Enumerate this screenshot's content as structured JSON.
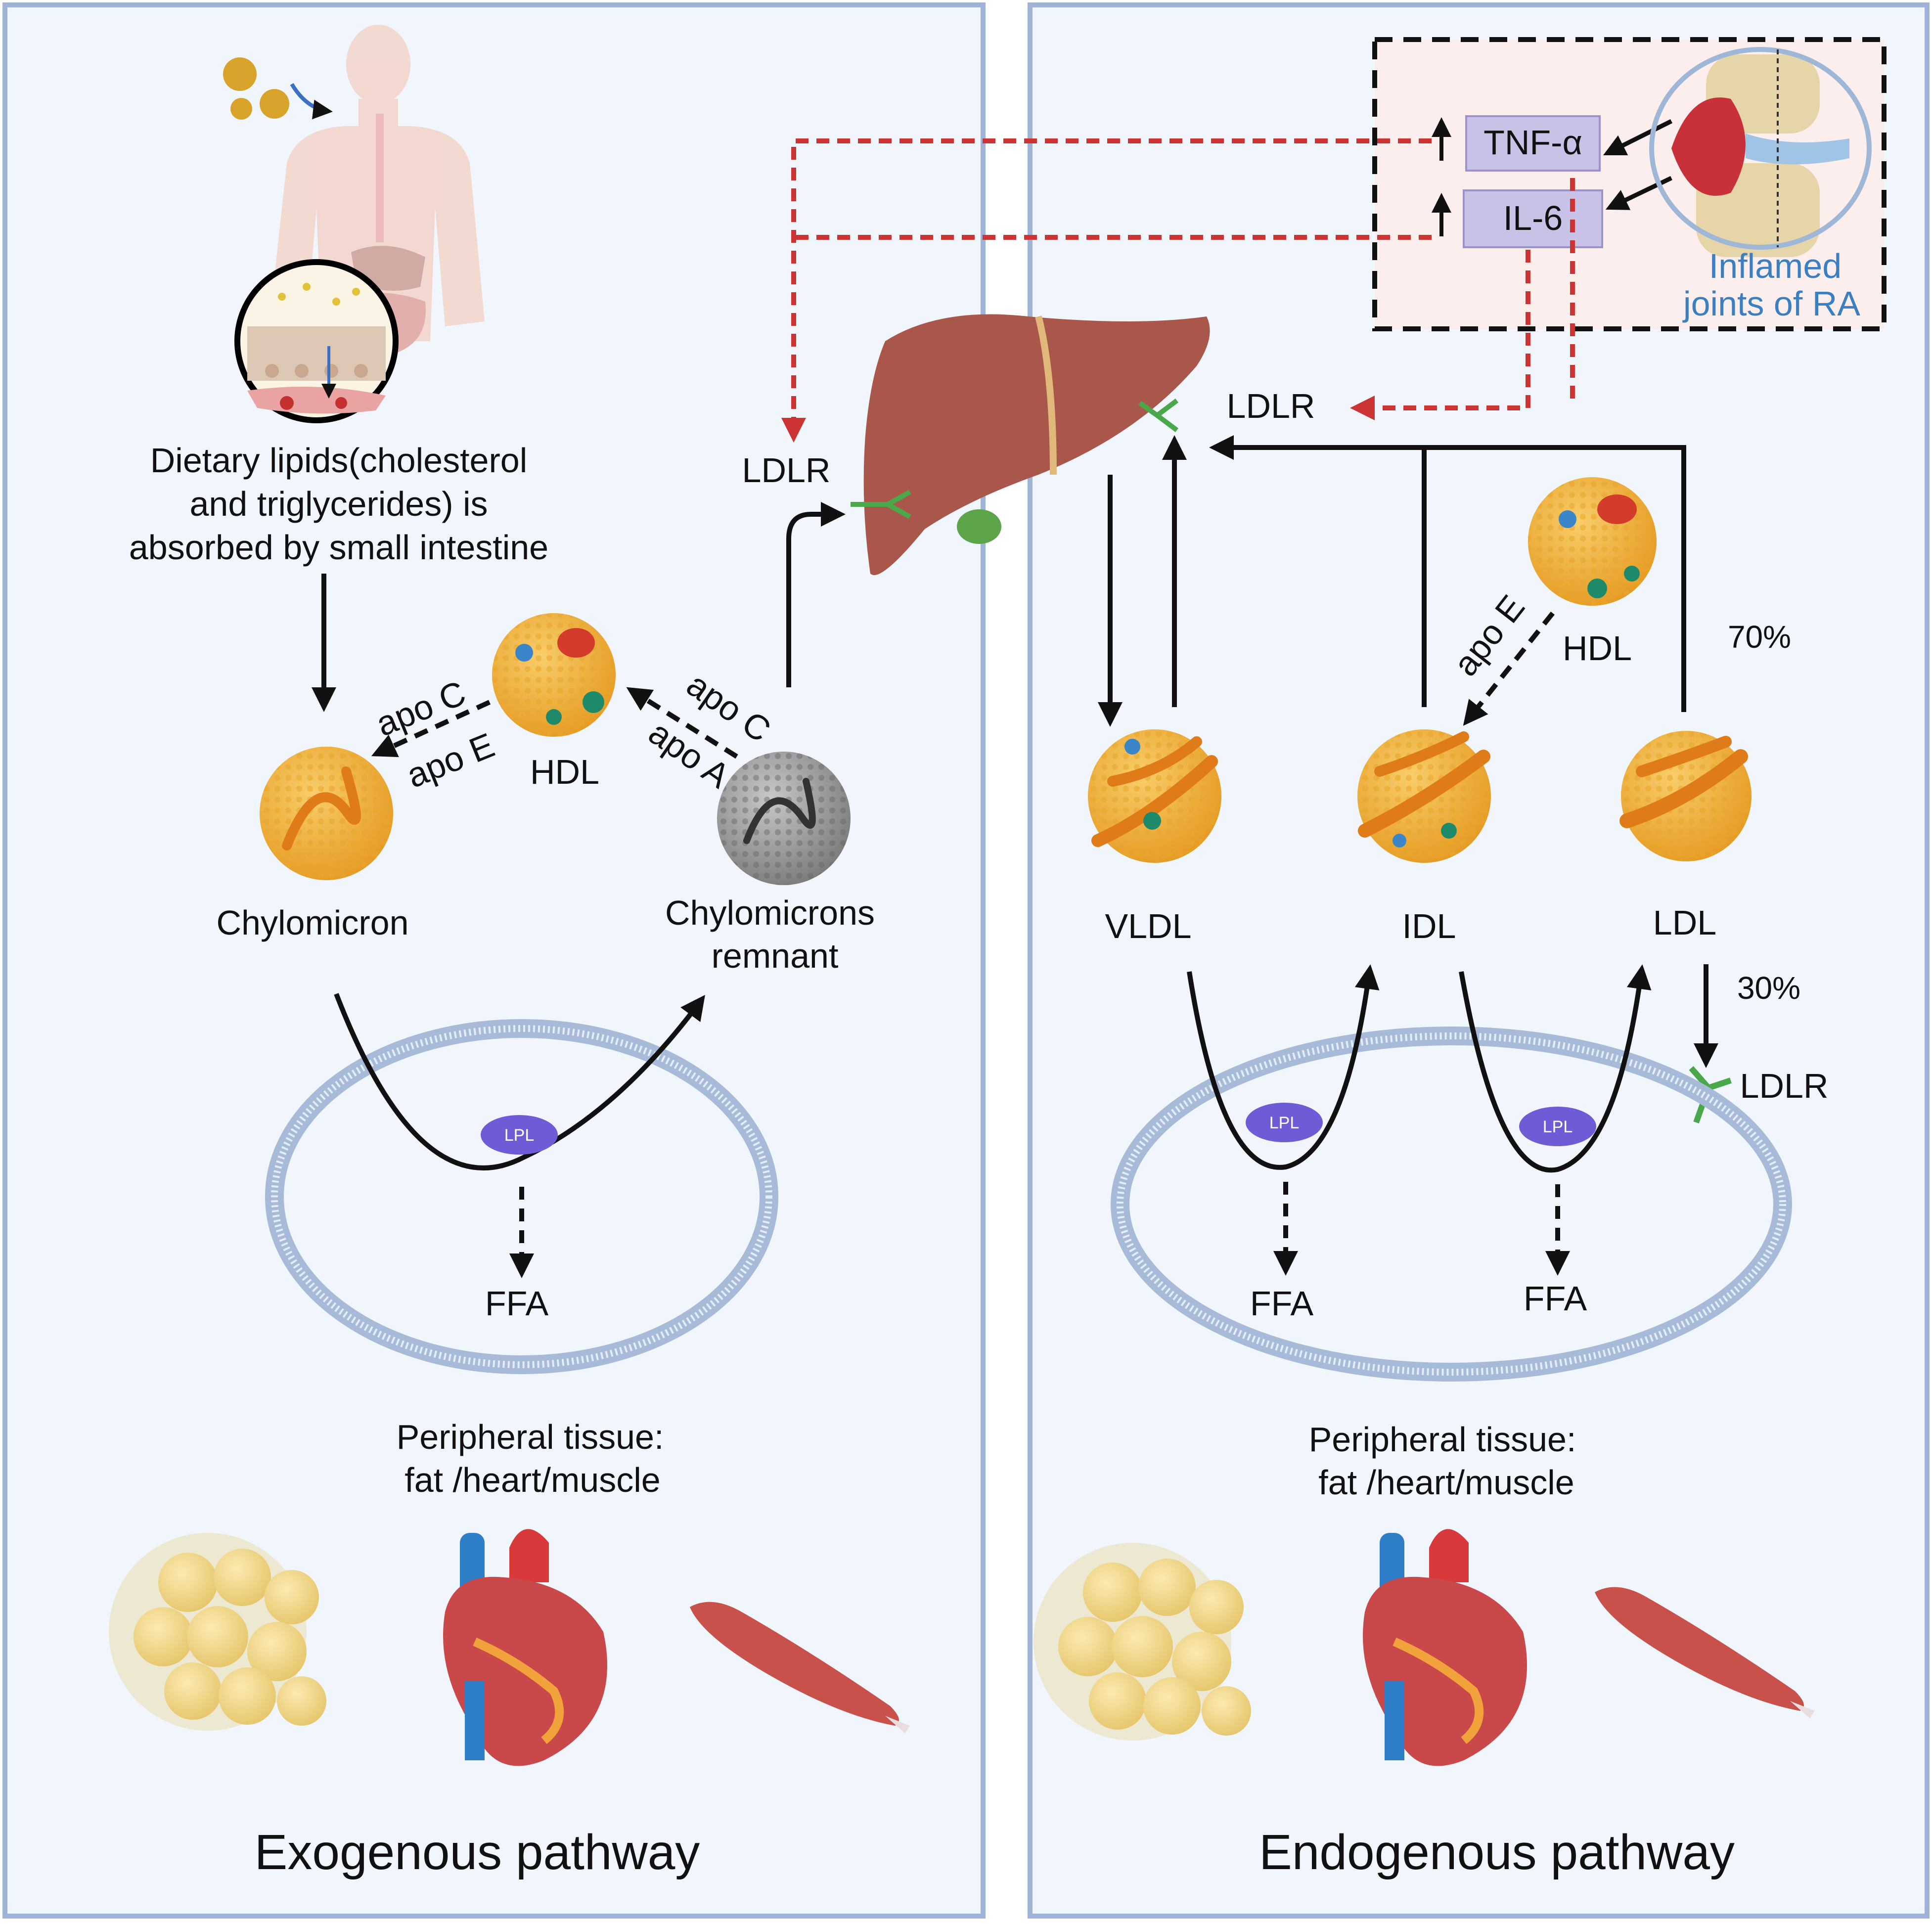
{
  "exogenous": {
    "dietary_lines": [
      "Dietary lipids(cholesterol",
      "and triglycerides) is",
      "absorbed by small intestine"
    ],
    "apo_c_left": "apo C",
    "apo_e_left": "apo E",
    "hdl": "HDL",
    "apo_c_right": "apo C",
    "apo_a": "apo A",
    "chylomicron": "Chylomicron",
    "remnant_lines": [
      "Chylomicrons",
      "remnant"
    ],
    "lpl": "LPL",
    "ffa": "FFA",
    "tissue_lines": [
      "Peripheral tissue:",
      "fat /heart/muscle"
    ],
    "title": "Exogenous  pathway"
  },
  "liver": {
    "ldlr_left": "LDLR",
    "ldlr_right": "LDLR"
  },
  "inflammation": {
    "tnf": "TNF-α",
    "il6": "IL-6",
    "joint_lines": [
      "Inflamed",
      "joints of RA"
    ]
  },
  "endogenous": {
    "apo_e": "apo E",
    "hdl": "HDL",
    "pct_70": "70%",
    "vldl": "VLDL",
    "idl": "IDL",
    "ldl": "LDL",
    "pct_30": "30%",
    "ldlr": "LDLR",
    "lpl_1": "LPL",
    "lpl_2": "LPL",
    "ffa_1": "FFA",
    "ffa_2": "FFA",
    "tissue_lines": [
      "Peripheral tissue:",
      "fat /heart/muscle"
    ],
    "title": "Endogenous pathway"
  },
  "colors": {
    "panel_bg": "#f1f5fc",
    "panel_border": "#9fb3d9",
    "inflam_arrow": "#cc3333",
    "cytokine_box": "#c8c3e6",
    "lipoprotein": "#f2b33d",
    "receptor": "#4aa84a",
    "liver": "#a8574a"
  }
}
